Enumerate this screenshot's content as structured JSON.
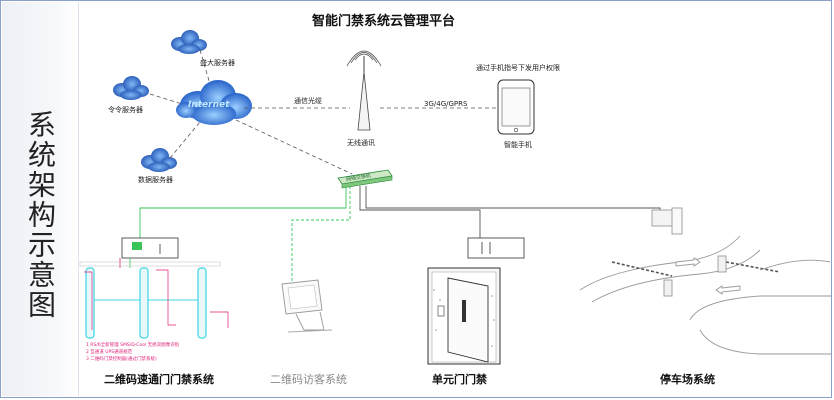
{
  "sidebar": {
    "title": "系统架构示意图"
  },
  "diagram": {
    "title": "智能门禁系统云管理平台",
    "cloud_internet": "Internet",
    "server_top": "盛大服务器",
    "server_cmd": "令令服务器",
    "server_data": "数据服务器",
    "link_wireless": "通信光缆",
    "antenna_label": "无线通讯",
    "link_mobile": "3G/4G/GPRS",
    "phone_top_label": "通过手机指号下发用户权限",
    "phone_label": "智能手机",
    "switch_label": "网络交换机",
    "notes": [
      "1    RS/6全新管理 SMS/D-Cool 无损双图像识别",
      "2    互通道 UPS通道规范",
      "3    二维码门禁控制器(通过门禁系统)"
    ]
  },
  "captions": {
    "gate": "二维码速通门门禁系统",
    "visitor": "二维码访客系统",
    "unit_door": "单元门门禁",
    "parking": "停车场系统"
  },
  "colors": {
    "border": "#8aa0c8",
    "cloud": "#2a6fd6",
    "green_line": "#38c45a",
    "dash": "#555555",
    "pink": "#e0207a",
    "cyan": "#3bd4e0"
  }
}
